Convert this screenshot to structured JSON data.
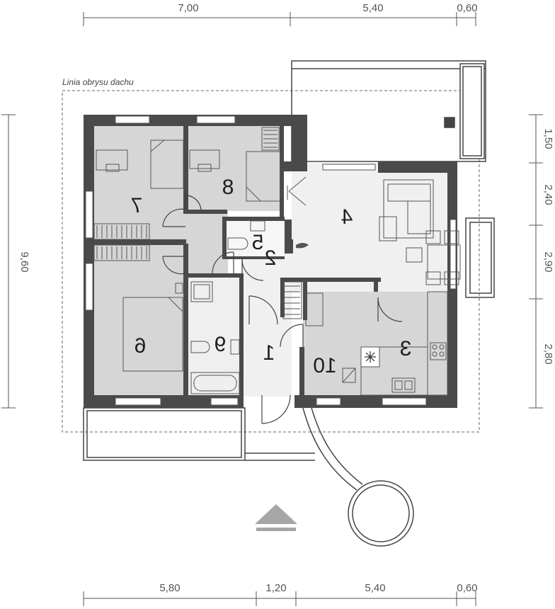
{
  "plan": {
    "roof_outline_label": "Linia obrysu dachu",
    "dimensions": {
      "top": [
        "7,00",
        "5,40",
        "0,60"
      ],
      "bottom": [
        "5,80",
        "1,20",
        "5,40",
        "0,60"
      ],
      "left": [
        "9,60"
      ],
      "right": [
        "1,50",
        "2,40",
        "2,90",
        "2,80"
      ]
    },
    "rooms": [
      "1",
      "2",
      "3",
      "4",
      "5",
      "6",
      "7",
      "8",
      "9",
      "10"
    ],
    "entrance_arrow_icon": "entrance-arrow-icon",
    "colors": {
      "wall": "#4a4a4a",
      "room_fill": "#d6d6d6",
      "hall_fill": "#f1f1f1",
      "line": "#555555"
    }
  }
}
